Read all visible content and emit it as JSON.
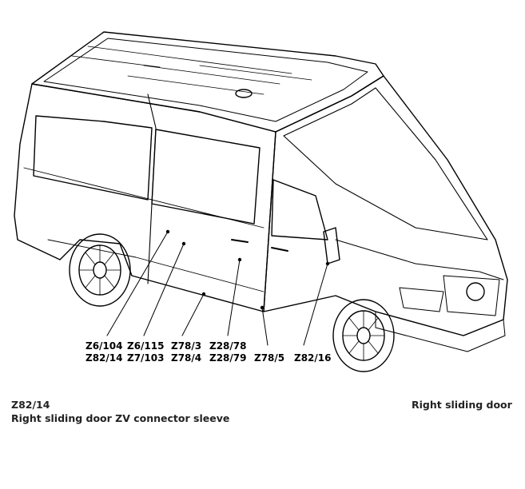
{
  "callouts": [
    {
      "line1": "Z6/104",
      "line2": "Z82/14"
    },
    {
      "line1": "Z6/115",
      "line2": "Z7/103"
    },
    {
      "line1": "Z78/3",
      "line2": "Z78/4"
    },
    {
      "line1": "Z28/78",
      "line2": "Z28/79"
    },
    {
      "line1": "Z78/5",
      "line2": ""
    },
    {
      "line1": "Z82/16",
      "line2": ""
    }
  ],
  "caption": {
    "code": "Z82/14",
    "description": "Right sliding door ZV connector sleeve",
    "location": "Right sliding door"
  }
}
